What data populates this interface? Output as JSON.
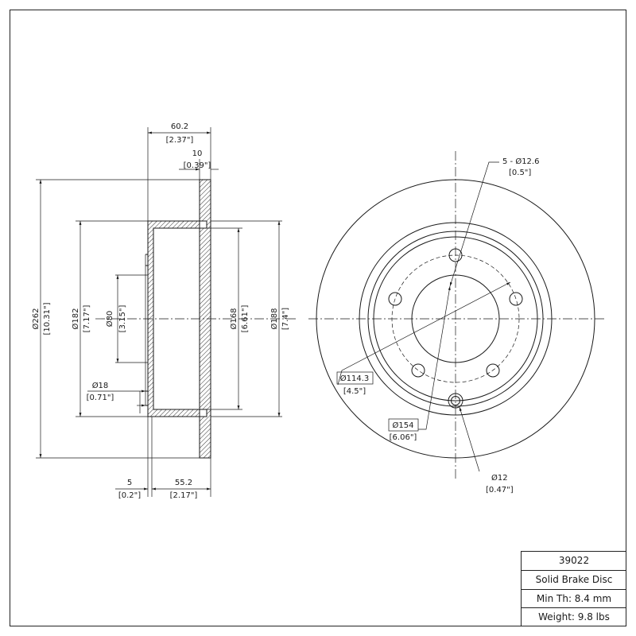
{
  "side_view": {
    "overall_width": {
      "mm": "60.2",
      "in": "[2.37\"]"
    },
    "friction_thickness": {
      "mm": "10",
      "in": "[0.39\"]"
    },
    "outer_diameter": {
      "mm": "Ø262",
      "in": "[10.31\"]"
    },
    "hat_outer_diameter": {
      "mm": "Ø182",
      "in": "[7.17\"]"
    },
    "center_bore": {
      "mm": "Ø80",
      "in": "[3.15\"]"
    },
    "inner_diameter": {
      "mm": "Ø168",
      "in": "[6.61\"]"
    },
    "friction_inner_diameter": {
      "mm": "Ø188",
      "in": "[7.4\"]"
    },
    "small_hole": {
      "mm": "Ø18",
      "in": "[0.71\"]"
    },
    "hat_wall": {
      "mm": "5",
      "in": "[0.2\"]"
    },
    "hat_depth": {
      "mm": "55.2",
      "in": "[2.17\"]"
    }
  },
  "front_view": {
    "bolt_holes": {
      "mm": "5 - Ø12.6",
      "in": "[0.5\"]"
    },
    "bolt_circle": {
      "mm": "Ø114.3",
      "in": "[4.5\"]"
    },
    "hub_diameter": {
      "mm": "Ø154",
      "in": "[6.06\"]"
    },
    "pilot_hole": {
      "mm": "Ø12",
      "in": "[0.47\"]"
    }
  },
  "title_block": {
    "part_number": "39022",
    "description": "Solid Brake Disc",
    "min_thickness": "Min Th: 8.4 mm",
    "weight": "Weight: 9.8 lbs"
  }
}
